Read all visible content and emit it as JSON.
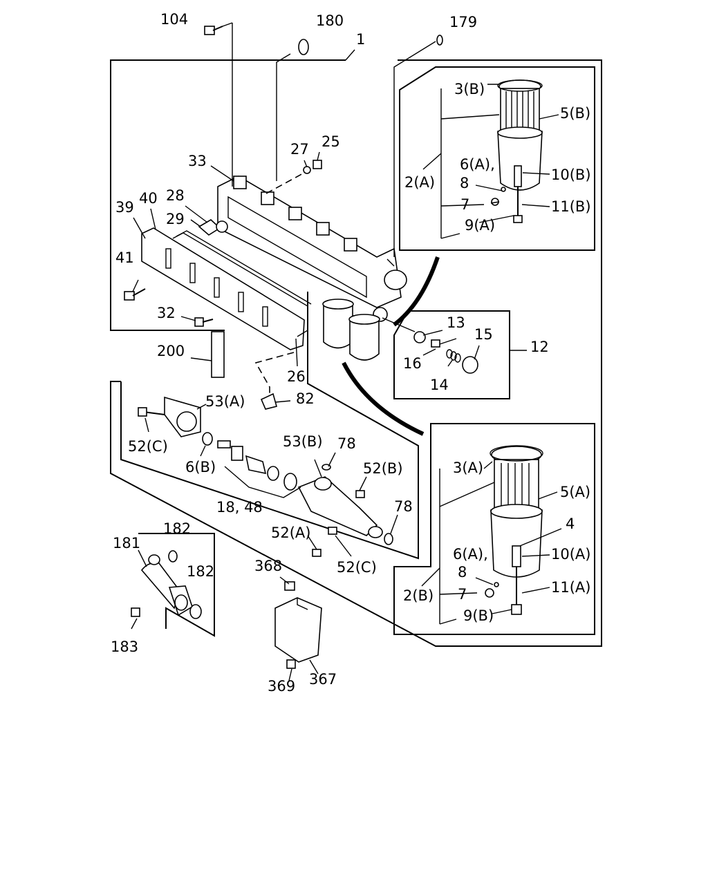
{
  "diagram": {
    "labels": {
      "l104": "104",
      "l180": "180",
      "l1": "1",
      "l179": "179",
      "l3b": "3(B)",
      "l5b": "5(B)",
      "l2a": "2(A)",
      "l6a_top": "6(A),",
      "l8_top": "8",
      "l10b": "10(B)",
      "l7_top": "7",
      "l11b": "11(B)",
      "l9a": "9(A)",
      "l27": "27",
      "l25": "25",
      "l33": "33",
      "l28": "28",
      "l40": "40",
      "l39": "39",
      "l29": "29",
      "l41": "41",
      "l32": "32",
      "l200": "200",
      "l26": "26",
      "l13": "13",
      "l15": "15",
      "l12": "12",
      "l16": "16",
      "l14": "14",
      "l53a": "53(A)",
      "l82": "82",
      "l52c_top": "52(C)",
      "l6b": "6(B)",
      "l53b": "53(B)",
      "l78_top": "78",
      "l52b": "52(B)",
      "l18_48": "18, 48",
      "l78_bot": "78",
      "l52a": "52(A)",
      "l52c_bot": "52(C)",
      "l3a": "3(A)",
      "l5a": "5(A)",
      "l4": "4",
      "l6a_bot": "6(A),",
      "l8_bot": "8",
      "l10a": "10(A)",
      "l2b": "2(B)",
      "l7_bot": "7",
      "l11a": "11(A)",
      "l9b": "9(B)",
      "l181": "181",
      "l182_a": "182",
      "l182_b": "182",
      "l183": "183",
      "l368": "368",
      "l369": "369",
      "l367": "367"
    }
  }
}
